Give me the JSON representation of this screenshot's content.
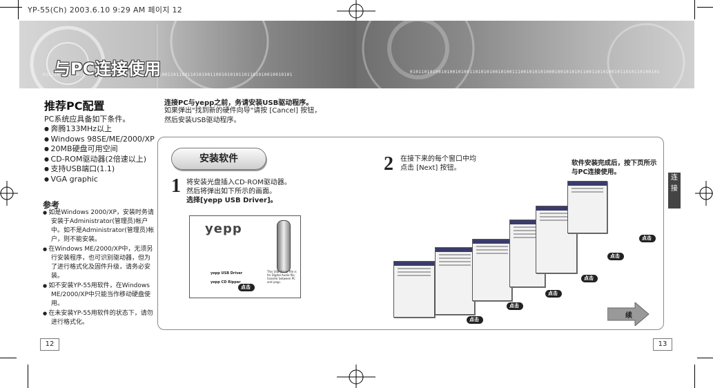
{
  "print_header": "YP-55(Ch)  2003.6.10 9:29 AM 페이지 12",
  "banner": {
    "title": "与PC连接使用",
    "binary_left": "0101100101100101100101011011101010010010110011011001101010011001010101101101010010010101",
    "binary_right": "0101101010010100101001101010100101001110010101010001001010101100110101001011010110100101"
  },
  "requirements": {
    "heading": "推荐PC配置",
    "intro": "PC系统应具备如下条件。",
    "items": [
      "奔腾133MHz以上",
      "Windows 98SE/ME/2000/XP",
      "20MB硬盘可用空间",
      "CD-ROM驱动器(2倍速以上)",
      "支持USB端口(1.1)",
      "VGA graphic"
    ]
  },
  "notes": {
    "heading": "参考",
    "items": [
      "如是Windows 2000/XP，安装时务请安装于Administrator(管理员)帐户中。如不是Administrator(管理员)帐户，则不能安装。",
      "在Windows ME/2000/XP中，无须另行安装程序，也可识别驱动器，但为了进行格式化及固件升级，请务必安装。",
      "如不安装YP-55用软件，在Windows ME/2000/XP中只能当作移动硬盘使用。"
    ],
    "continuation": "在未安装YP-55用软件的状态下，请勿进行格式化。"
  },
  "warning": {
    "bold": "连接PC与yepp之前，务请安装USB驱动程序。",
    "text": "如果弹出\"找到新的硬件向导\"请按 [Cancel] 按钮，然后安装USB驱动程序。"
  },
  "install": {
    "label": "安装软件",
    "step1": {
      "number": "1",
      "line1": "将安装光盘插入CD-ROM驱动器。",
      "line2": "然后将弹出如下所示的画面。",
      "line3": "选择[yepp USB Driver]。"
    },
    "step2": {
      "number": "2",
      "line1": "在接下来的每个窗口中均",
      "line2": "点击 [Next] 按钮。"
    },
    "screenshot": {
      "logo": "yepp",
      "menu_1": "yepp USB Driver",
      "menu_2": "yepp CD Ripper",
      "caption": "This USB driver file is for Digital Audio file transfer between PC and yepp."
    },
    "click_label": "点击",
    "right_note": "软件安装完成后，按下页所示与PC连接使用。",
    "continue_label": "续"
  },
  "side_tab": "连接",
  "pages": {
    "left": "12",
    "right": "13"
  },
  "colors": {
    "banner_dark": "#6a6a6a",
    "accent": "#222222"
  }
}
